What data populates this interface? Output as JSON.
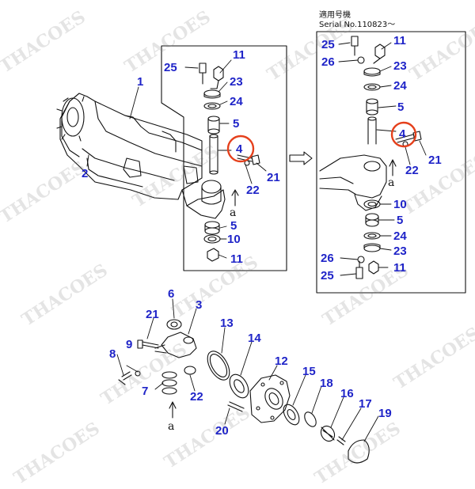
{
  "serial_note": {
    "line1": "適用号機",
    "line2": "Serial No.110823～"
  },
  "letter_mark": "a",
  "watermark": "THACOES",
  "colors": {
    "callout": "#1f24c8",
    "highlight": "#e5401c",
    "line": "#111111"
  },
  "callouts": {
    "main": [
      "1",
      "2",
      "25",
      "11",
      "23",
      "24",
      "5",
      "4",
      "21",
      "22",
      "5",
      "10",
      "11"
    ],
    "inset": [
      "25",
      "11",
      "26",
      "23",
      "24",
      "5",
      "4",
      "21",
      "22",
      "10",
      "5",
      "24",
      "23",
      "26",
      "11",
      "25"
    ],
    "lower": [
      "6",
      "3",
      "21",
      "13",
      "14",
      "9",
      "12",
      "8",
      "22",
      "7",
      "15",
      "18",
      "16",
      "17",
      "20",
      "19"
    ]
  }
}
